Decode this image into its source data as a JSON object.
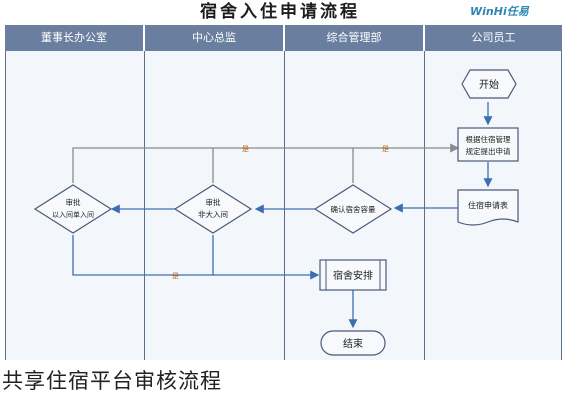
{
  "title": "宿舍入住申请流程",
  "logo_text": "WinHi任易",
  "lanes": [
    {
      "label": "董事长办公室"
    },
    {
      "label": "中心总监"
    },
    {
      "label": "综合管理部"
    },
    {
      "label": "公司员工"
    }
  ],
  "nodes": {
    "start": "开始",
    "fill_form": [
      "根据住宿管理",
      "规定提出申请"
    ],
    "dorm_request": "住宿申请表",
    "confirm": "确认宿舍容量",
    "director_approve": [
      "审批",
      "非大入间"
    ],
    "chairman_approve": [
      "审批",
      "以入间单入间"
    ],
    "arrange": "宿舍安排",
    "end": "结束"
  },
  "edge_labels": {
    "yes_1": "是",
    "yes_2": "是",
    "yes_3": "是"
  },
  "caption": "共享住宿平台审核流程",
  "colors": {
    "lane_header": "#6a7fa0",
    "lane_body": "#f3f7fb",
    "connector": "#3b6fb0",
    "node_border": "#4a5a7a"
  }
}
